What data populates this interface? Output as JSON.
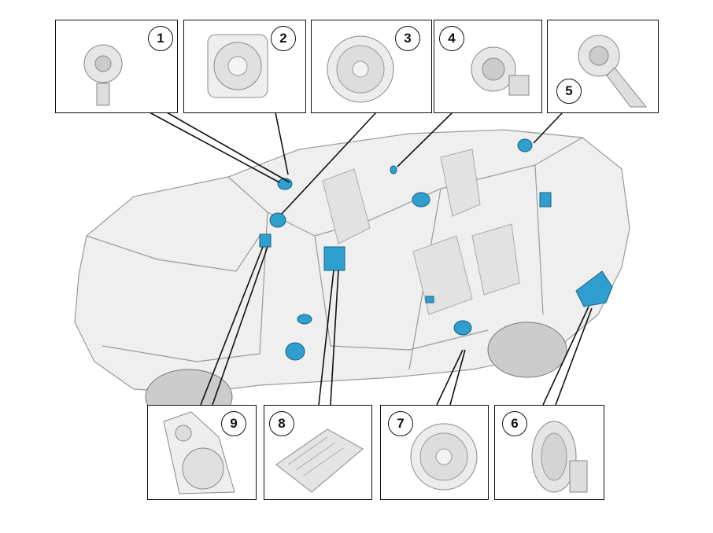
{
  "diagram": {
    "callouts": [
      {
        "number": "1",
        "component": "tweeter"
      },
      {
        "number": "2",
        "component": "midrange-speaker"
      },
      {
        "number": "3",
        "component": "front-door-speaker"
      },
      {
        "number": "4",
        "component": "tweeter"
      },
      {
        "number": "5",
        "component": "rear-tweeter"
      },
      {
        "number": "6",
        "component": "subwoofer"
      },
      {
        "number": "7",
        "component": "rear-door-speaker"
      },
      {
        "number": "8",
        "component": "amplifier"
      },
      {
        "number": "9",
        "component": "front-door-speaker-with-bracket"
      }
    ],
    "highlight_color": "#2f9fd0",
    "line_color": "#111111"
  }
}
